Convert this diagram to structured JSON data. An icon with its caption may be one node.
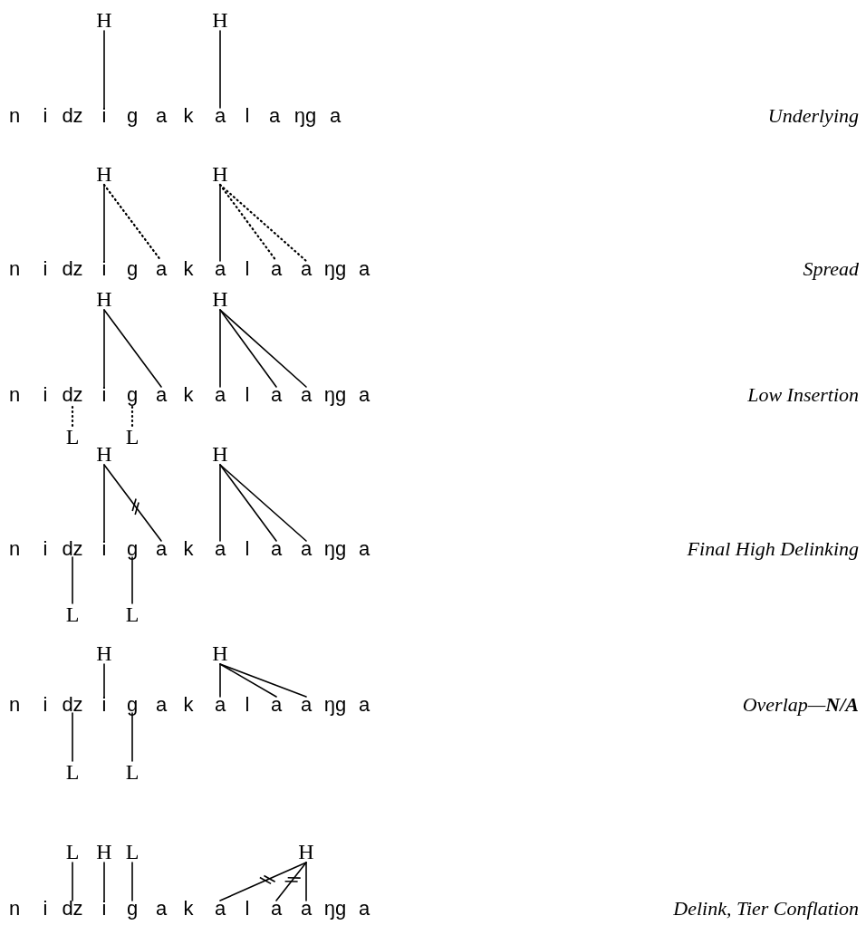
{
  "diagram": {
    "nodes": [
      {
        "text": [
          "H"
        ]
      },
      {
        "text": [
          "H"
        ]
      },
      {
        "text": [
          "n"
        ]
      },
      {
        "text": [
          "i"
        ]
      },
      {
        "text": [
          "dz"
        ]
      },
      {
        "text": [
          "i"
        ]
      },
      {
        "text": [
          "g"
        ]
      },
      {
        "text": [
          "a"
        ]
      },
      {
        "text": [
          "k"
        ]
      },
      {
        "text": [
          "a"
        ]
      },
      {
        "text": [
          "l"
        ]
      },
      {
        "text": [
          "a"
        ]
      },
      {
        "text": [
          "ŋg"
        ]
      },
      {
        "text": [
          "a"
        ]
      },
      {
        "text": [
          "H"
        ]
      },
      {
        "text": [
          "H"
        ]
      },
      {
        "text": [
          "n"
        ]
      },
      {
        "text": [
          "i"
        ]
      },
      {
        "text": [
          "dz"
        ]
      },
      {
        "text": [
          "i"
        ]
      },
      {
        "text": [
          "g"
        ]
      },
      {
        "text": [
          "a"
        ]
      },
      {
        "text": [
          "k"
        ]
      },
      {
        "text": [
          "a"
        ]
      },
      {
        "text": [
          "l"
        ]
      },
      {
        "text": [
          "a"
        ]
      },
      {
        "text": [
          "a"
        ]
      },
      {
        "text": [
          "ŋg"
        ]
      },
      {
        "text": [
          "a"
        ]
      },
      {
        "text": [
          "H"
        ]
      },
      {
        "text": [
          "H"
        ]
      },
      {
        "text": [
          "n"
        ]
      },
      {
        "text": [
          "i"
        ]
      },
      {
        "text": [
          "dz"
        ]
      },
      {
        "text": [
          "i"
        ]
      },
      {
        "text": [
          "g"
        ]
      },
      {
        "text": [
          "a"
        ]
      },
      {
        "text": [
          "k"
        ]
      },
      {
        "text": [
          "a"
        ]
      },
      {
        "text": [
          "l"
        ]
      },
      {
        "text": [
          "a"
        ]
      },
      {
        "text": [
          "a"
        ]
      },
      {
        "text": [
          "ŋg"
        ]
      },
      {
        "text": [
          "a"
        ]
      },
      {
        "text": [
          "L"
        ]
      },
      {
        "text": [
          "L"
        ]
      },
      {
        "text": [
          "H"
        ]
      },
      {
        "text": [
          "H"
        ]
      },
      {
        "text": [
          "n"
        ]
      },
      {
        "text": [
          "i"
        ]
      },
      {
        "text": [
          "dz"
        ]
      },
      {
        "text": [
          "i"
        ]
      },
      {
        "text": [
          "g"
        ]
      },
      {
        "text": [
          "a"
        ]
      },
      {
        "text": [
          "k"
        ]
      },
      {
        "text": [
          "a"
        ]
      },
      {
        "text": [
          "l"
        ]
      },
      {
        "text": [
          "a"
        ]
      },
      {
        "text": [
          "a"
        ]
      },
      {
        "text": [
          "ŋg"
        ]
      },
      {
        "text": [
          "a"
        ]
      },
      {
        "text": [
          "L"
        ]
      },
      {
        "text": [
          "L"
        ]
      },
      {
        "text": [
          "H"
        ]
      },
      {
        "text": [
          "H"
        ]
      },
      {
        "text": [
          "n"
        ]
      },
      {
        "text": [
          "i"
        ]
      },
      {
        "text": [
          "dz"
        ]
      },
      {
        "text": [
          "i"
        ]
      },
      {
        "text": [
          "g"
        ]
      },
      {
        "text": [
          "a"
        ]
      },
      {
        "text": [
          "k"
        ]
      },
      {
        "text": [
          "a"
        ]
      },
      {
        "text": [
          "l"
        ]
      },
      {
        "text": [
          "a"
        ]
      },
      {
        "text": [
          "a"
        ]
      },
      {
        "text": [
          "ŋg"
        ]
      },
      {
        "text": [
          "a"
        ]
      },
      {
        "text": [
          "L"
        ]
      },
      {
        "text": [
          "L"
        ]
      },
      {
        "text": [
          "L"
        ]
      },
      {
        "text": [
          "H"
        ]
      },
      {
        "text": [
          "L"
        ]
      },
      {
        "text": [
          "H"
        ]
      },
      {
        "text": [
          "n"
        ]
      },
      {
        "text": [
          "i"
        ]
      },
      {
        "text": [
          "dz"
        ]
      },
      {
        "text": [
          "i"
        ]
      },
      {
        "text": [
          "g"
        ]
      },
      {
        "text": [
          "a"
        ]
      },
      {
        "text": [
          "k"
        ]
      },
      {
        "text": [
          "a"
        ]
      },
      {
        "text": [
          "l"
        ]
      },
      {
        "text": [
          "a"
        ]
      },
      {
        "text": [
          "a"
        ]
      },
      {
        "text": [
          "ŋg"
        ]
      },
      {
        "text": [
          "a"
        ]
      }
    ],
    "edges": [
      {
        "from": 0,
        "to": 5,
        "arrow": "none"
      },
      {
        "from": 1,
        "to": 9,
        "arrow": "none"
      },
      {
        "from": 14,
        "to": 19,
        "arrow": "none"
      },
      {
        "from": 14,
        "to": 21,
        "arrow": "none",
        "style": "dashed"
      },
      {
        "from": 15,
        "to": 23,
        "arrow": "none"
      },
      {
        "from": 15,
        "to": 25,
        "arrow": "none",
        "style": "dashed"
      },
      {
        "from": 15,
        "to": 26,
        "arrow": "none",
        "style": "dashed"
      },
      {
        "from": 29,
        "to": 34,
        "arrow": "none"
      },
      {
        "from": 29,
        "to": 36,
        "arrow": "none"
      },
      {
        "from": 30,
        "to": 38,
        "arrow": "none"
      },
      {
        "from": 30,
        "to": 40,
        "arrow": "none"
      },
      {
        "from": 30,
        "to": 41,
        "arrow": "none"
      },
      {
        "from": 44,
        "to": 33,
        "arrow": "none",
        "style": "dashed"
      },
      {
        "from": 45,
        "to": 35,
        "arrow": "none",
        "style": "dashed"
      },
      {
        "from": 46,
        "to": 51,
        "arrow": "none"
      },
      {
        "from": 46,
        "to": 53,
        "arrow": "none"
      },
      {
        "from": 47,
        "to": 55,
        "arrow": "none"
      },
      {
        "from": 47,
        "to": 57,
        "arrow": "none"
      },
      {
        "from": 47,
        "to": 58,
        "arrow": "none"
      },
      {
        "from": 61,
        "to": 50,
        "arrow": "none"
      },
      {
        "from": 62,
        "to": 52,
        "arrow": "none"
      },
      {
        "from": 63,
        "to": 68,
        "arrow": "none"
      },
      {
        "from": 64,
        "to": 72,
        "arrow": "none"
      },
      {
        "from": 64,
        "to": 74,
        "arrow": "none"
      },
      {
        "from": 64,
        "to": 75,
        "arrow": "none"
      },
      {
        "from": 78,
        "to": 67,
        "arrow": "none"
      },
      {
        "from": 79,
        "to": 69,
        "arrow": "none"
      },
      {
        "from": 80,
        "to": 86,
        "arrow": "none"
      },
      {
        "from": 81,
        "to": 87,
        "arrow": "none"
      },
      {
        "from": 82,
        "to": 88,
        "arrow": "none"
      },
      {
        "from": 83,
        "to": 91,
        "arrow": "none"
      },
      {
        "from": 83,
        "to": 93,
        "arrow": "none"
      },
      {
        "from": 83,
        "to": 94,
        "arrow": "none"
      }
    ],
    "labels": [
      "Underlying",
      "Spread",
      "Low Insertion",
      "Final High Delinking",
      "Overlap—**N/A**",
      "Delink, Tier Conflation"
    ]
  }
}
